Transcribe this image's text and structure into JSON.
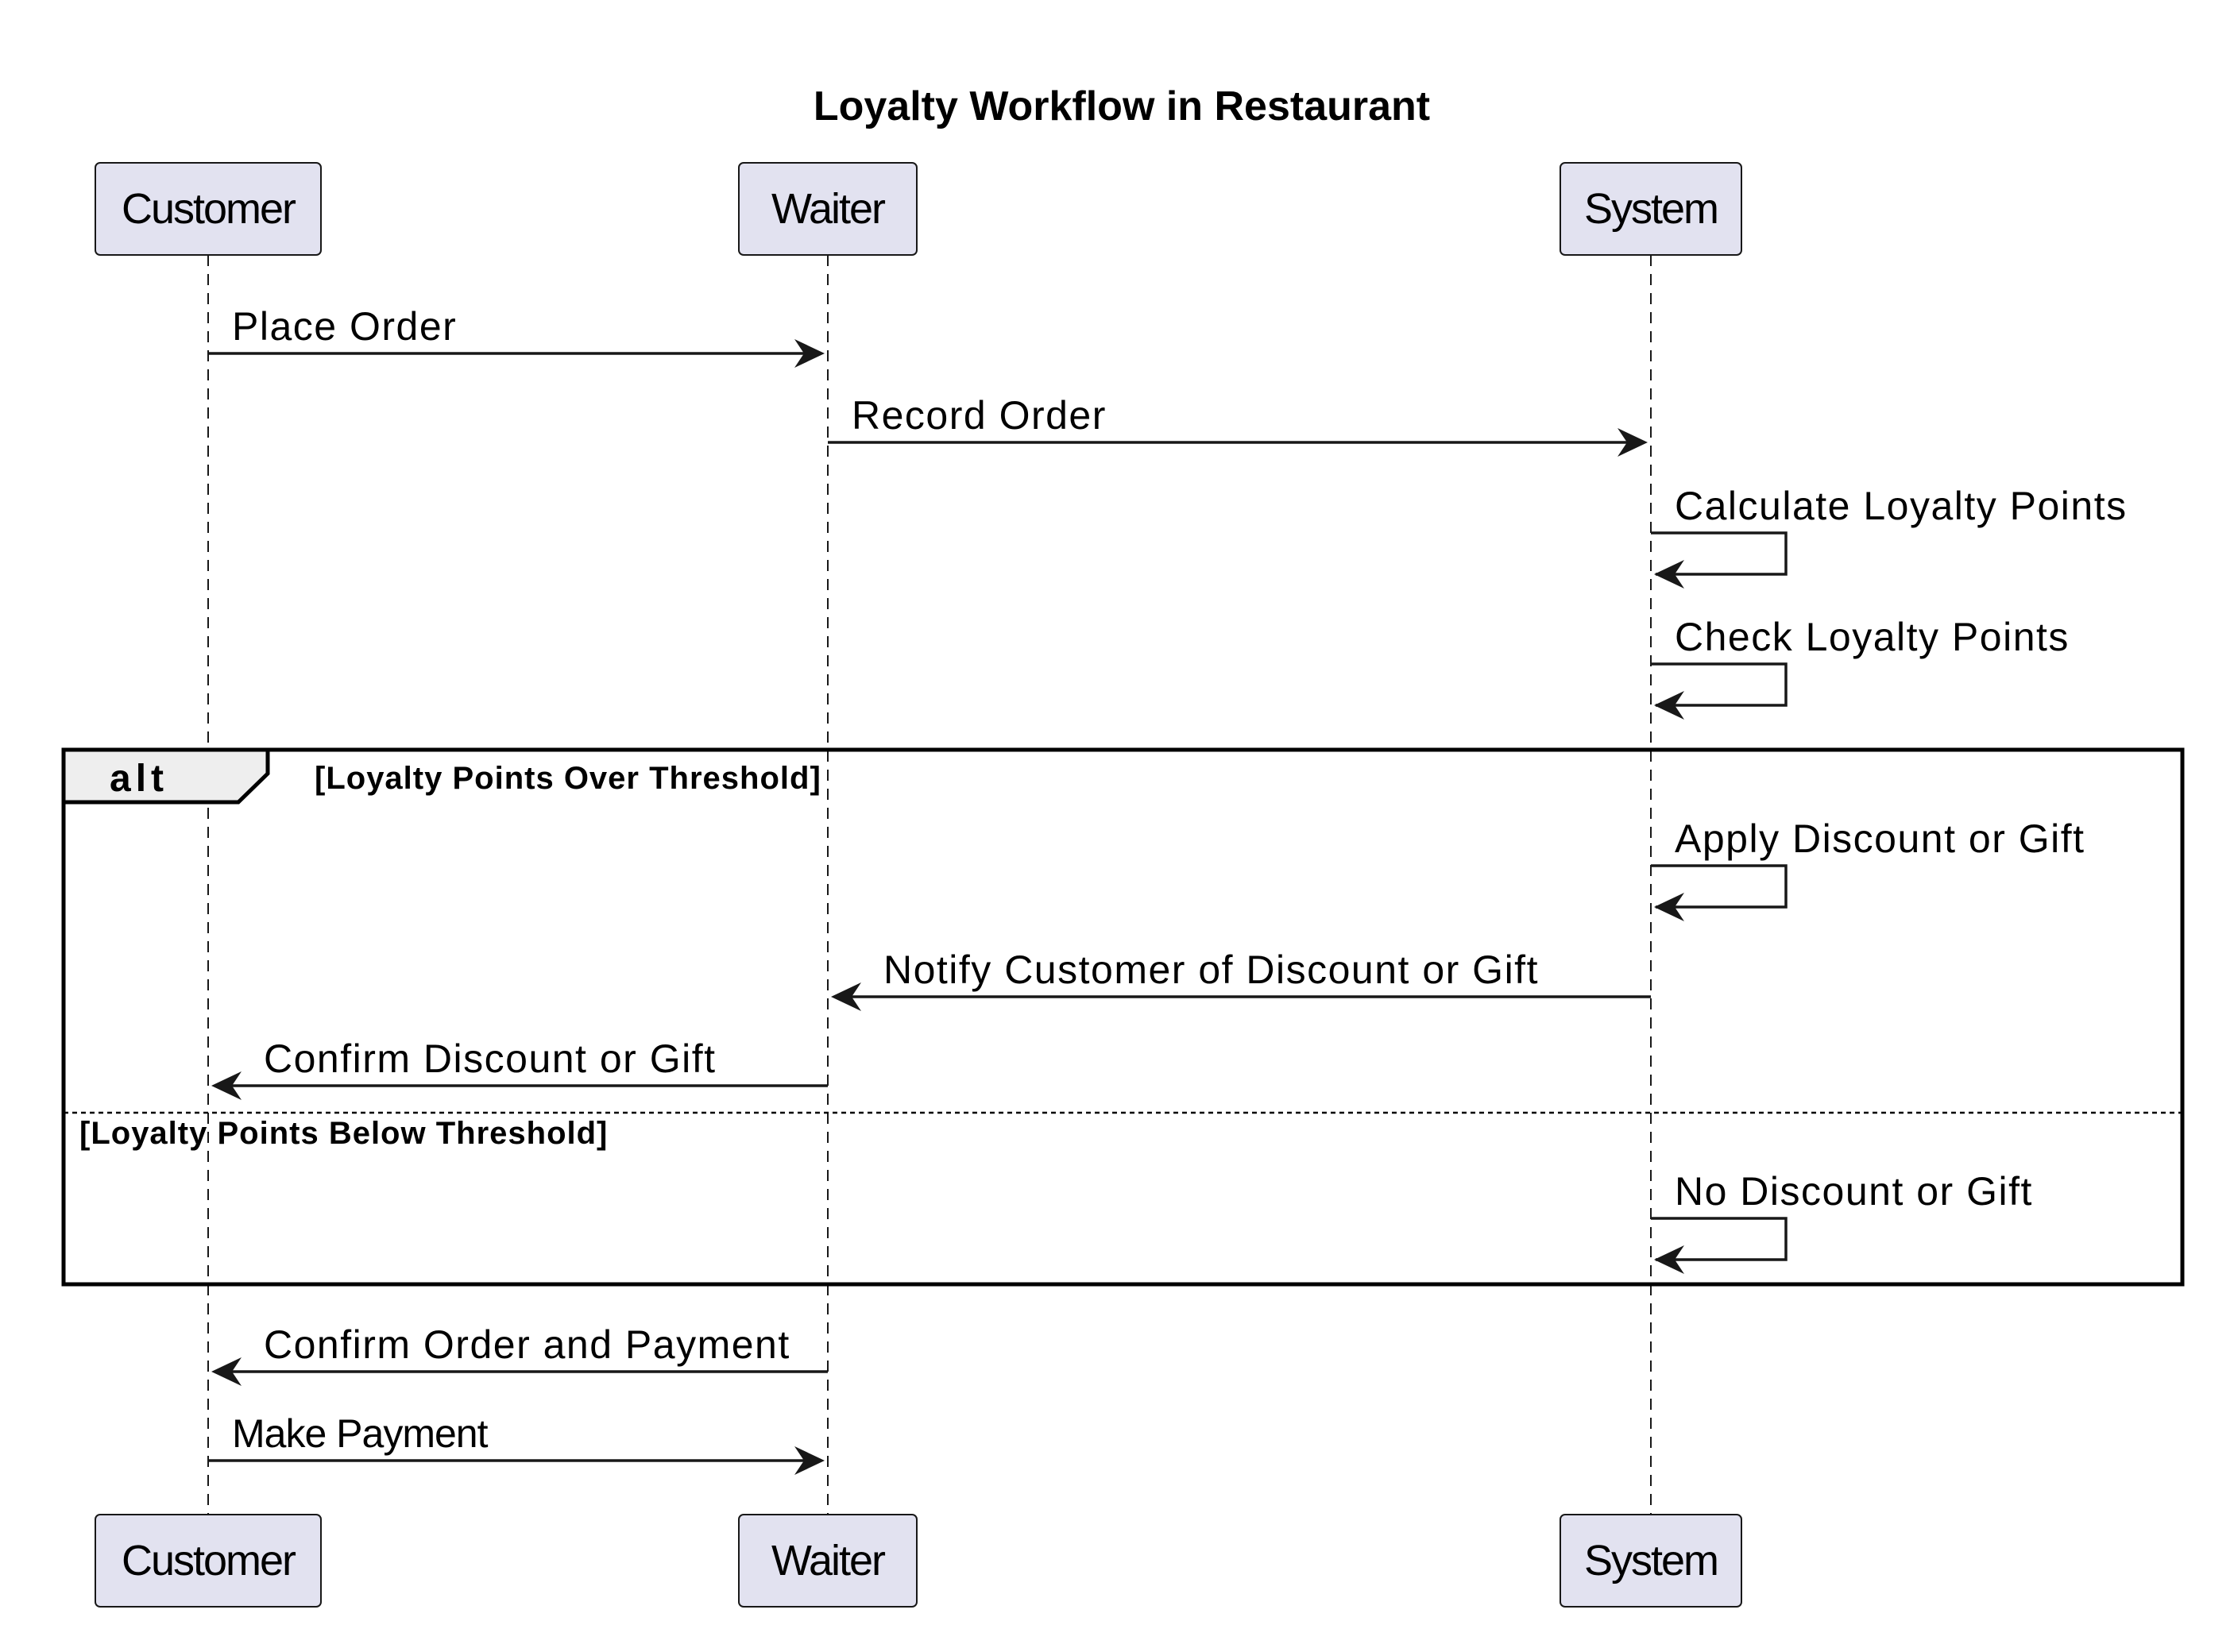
{
  "title": "Loyalty Workflow in Restaurant",
  "participants": [
    {
      "id": "customer",
      "label": "Customer"
    },
    {
      "id": "waiter",
      "label": "Waiter"
    },
    {
      "id": "system",
      "label": "System"
    }
  ],
  "messages": [
    {
      "from": "customer",
      "to": "waiter",
      "label": "Place Order"
    },
    {
      "from": "waiter",
      "to": "system",
      "label": "Record Order"
    },
    {
      "from": "system",
      "to": "system",
      "label": "Calculate Loyalty Points"
    },
    {
      "from": "system",
      "to": "system",
      "label": "Check Loyalty Points"
    },
    {
      "from": "system",
      "to": "system",
      "label": "Apply Discount or Gift"
    },
    {
      "from": "system",
      "to": "waiter",
      "label": "Notify Customer of Discount or Gift"
    },
    {
      "from": "waiter",
      "to": "customer",
      "label": "Confirm Discount or Gift"
    },
    {
      "from": "system",
      "to": "system",
      "label": "No Discount or Gift"
    },
    {
      "from": "waiter",
      "to": "customer",
      "label": "Confirm Order and Payment"
    },
    {
      "from": "customer",
      "to": "waiter",
      "label": "Make Payment"
    }
  ],
  "fragment": {
    "keyword": "alt",
    "guard_if": "[Loyalty Points Over Threshold]",
    "guard_else": "[Loyalty Points Below Threshold]"
  }
}
